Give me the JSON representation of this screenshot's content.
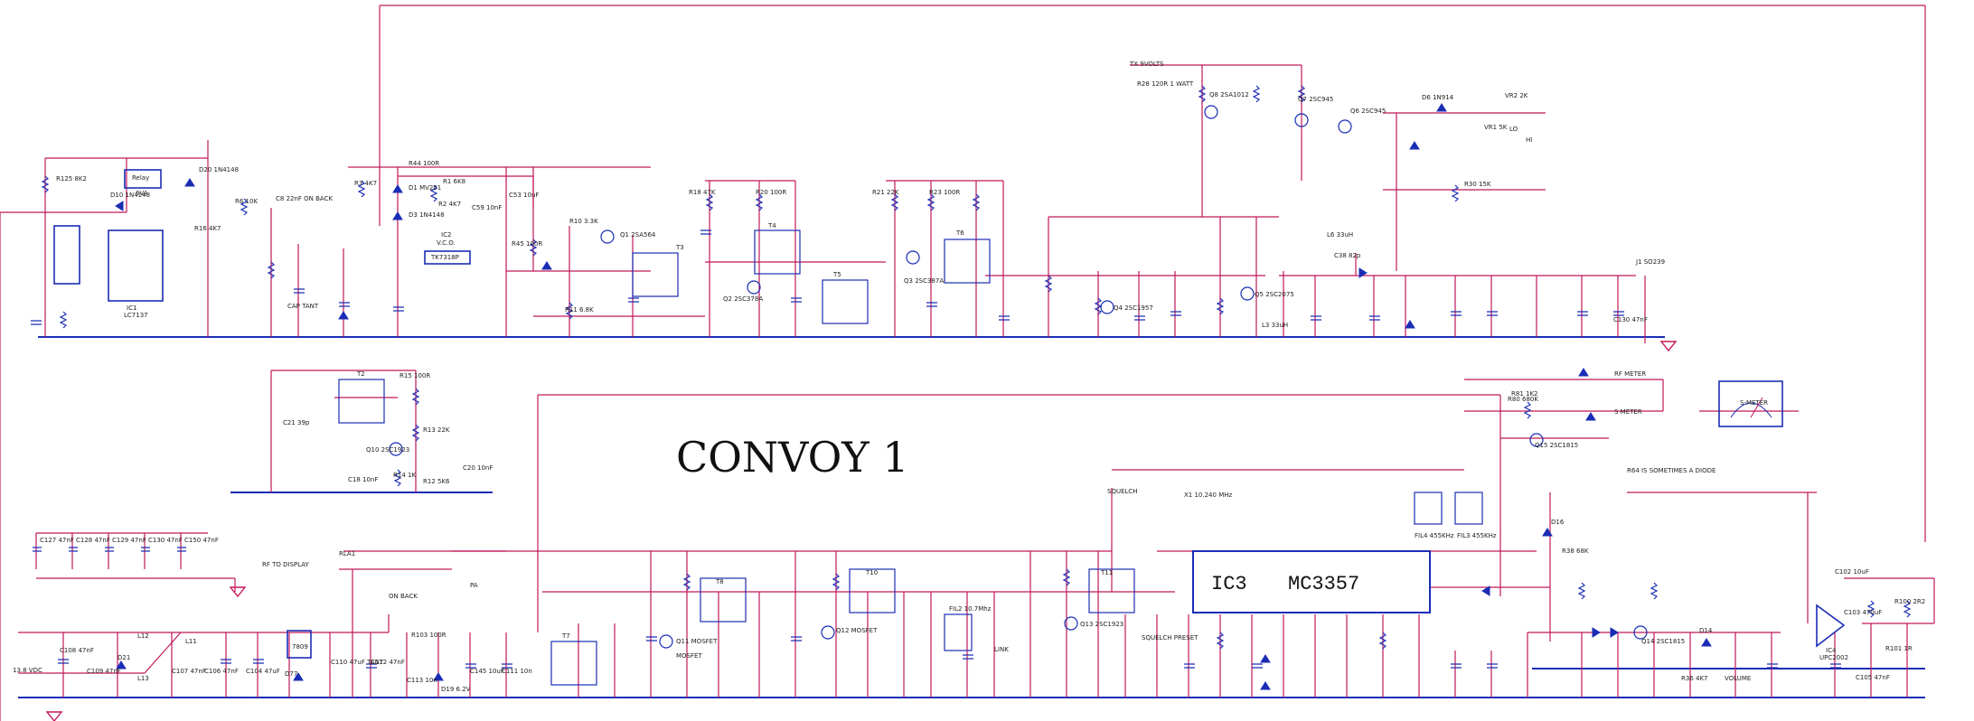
{
  "title": "CONVOY 1",
  "ic3": {
    "ref": "IC3",
    "part": "MC3357"
  },
  "ic1": {
    "ref": "IC1",
    "part": "LC7137"
  },
  "ic2": {
    "ref": "IC2",
    "part": "V.C.O.",
    "sub": "TK7318P"
  },
  "ic4": {
    "ref": "IC4",
    "part": "UPC2002"
  },
  "supply": {
    "label": "13.8 VDC"
  },
  "relay": {
    "label": "Relay",
    "rating": "6VA"
  },
  "meter": {
    "label": "S-METER"
  },
  "annotations": {
    "tx_9volts": "TX 9VOLTS",
    "r64_note": "R64 IS SOMETIMES A DIODE",
    "rf_to_display": "RF TO DISPLAY",
    "rla1": "RLA1",
    "on_back": "ON BACK",
    "pa": "PA",
    "squelch": "SQUELCH",
    "squelch_preset": "SQUELCH PRESET",
    "volume": "VOLUME",
    "rf_meter": "RF METER",
    "s_meter": "S METER",
    "cap_tant": "CAP TANT",
    "link": "LINK",
    "mosfet": "MOSFET",
    "lo": "LO",
    "hi": "HI"
  },
  "top_labels": [
    {
      "t": "R125 8K2"
    },
    {
      "t": "D10 1N4148"
    },
    {
      "t": "R16 4K7"
    },
    {
      "t": "R6 10K"
    },
    {
      "t": "D20 1N4148"
    },
    {
      "t": "C8 22nF ON BACK"
    },
    {
      "t": "R3 4K7"
    },
    {
      "t": "R44 100R"
    },
    {
      "t": "D1 MV201"
    },
    {
      "t": "D3 1N4148"
    },
    {
      "t": "R1 6K8"
    },
    {
      "t": "R2 4K7"
    },
    {
      "t": "C59 10nF"
    },
    {
      "t": "C53 10uF"
    },
    {
      "t": "R45 100R"
    },
    {
      "t": "R10 3.3K"
    },
    {
      "t": "Q1 2SA564"
    },
    {
      "t": "R11 6.8K"
    },
    {
      "t": "R18 47K"
    },
    {
      "t": "R20 100R"
    },
    {
      "t": "T3"
    },
    {
      "t": "T4"
    },
    {
      "t": "T5"
    },
    {
      "t": "T6"
    },
    {
      "t": "R21 22K"
    },
    {
      "t": "R23 100R"
    },
    {
      "t": "Q2 2SC378A"
    },
    {
      "t": "Q3 2SC387A"
    },
    {
      "t": "R28 120R 1 WATT"
    },
    {
      "t": "Q8 2SA1012"
    },
    {
      "t": "Q7 2SC945"
    },
    {
      "t": "Q6 2SC945"
    },
    {
      "t": "D6 1N914"
    },
    {
      "t": "VR2 2K"
    },
    {
      "t": "VR1 5K"
    },
    {
      "t": "R30 15K"
    },
    {
      "t": "L6 33uH"
    },
    {
      "t": "C38 82p"
    },
    {
      "t": "J1 SO239"
    },
    {
      "t": "C130 47nF"
    },
    {
      "t": "Q4 2SC1957"
    },
    {
      "t": "Q5 2SC2075"
    },
    {
      "t": "L3 33uH"
    }
  ],
  "bottom_labels": [
    {
      "t": "R15 100R"
    },
    {
      "t": "T2"
    },
    {
      "t": "Q10 2SC1923"
    },
    {
      "t": "R13 22K"
    },
    {
      "t": "R14 1K"
    },
    {
      "t": "R12 5K6"
    },
    {
      "t": "C18 10nF"
    },
    {
      "t": "C20 10nF"
    },
    {
      "t": "C21 39p"
    },
    {
      "t": "T7"
    },
    {
      "t": "T8"
    },
    {
      "t": "T10"
    },
    {
      "t": "T11"
    },
    {
      "t": "Q11 MOSFET"
    },
    {
      "t": "Q12 MOSFET"
    },
    {
      "t": "Q13 2SC1923"
    },
    {
      "t": "FIL2 10.7Mhz"
    },
    {
      "t": "X1 10.240 MHz"
    },
    {
      "t": "FIL4 455KHz"
    },
    {
      "t": "FIL3 455KHz"
    },
    {
      "t": "R80 680K"
    },
    {
      "t": "R81 1K2"
    },
    {
      "t": "Q15 2SC1815"
    },
    {
      "t": "D16"
    },
    {
      "t": "R38 68K"
    },
    {
      "t": "Q14 2SC1815"
    },
    {
      "t": "R36 4K7"
    },
    {
      "t": "D14"
    },
    {
      "t": "C102 10uF"
    },
    {
      "t": "R100 2R2"
    },
    {
      "t": "C103 470uF"
    },
    {
      "t": "R101 1R"
    },
    {
      "t": "C105 47nF"
    },
    {
      "t": "D21"
    },
    {
      "t": "L12"
    },
    {
      "t": "L11"
    },
    {
      "t": "L13"
    },
    {
      "t": "7809"
    },
    {
      "t": "D77"
    },
    {
      "t": "D19 6.2V"
    },
    {
      "t": "C110 47uF TANT"
    },
    {
      "t": "C112 47nF"
    },
    {
      "t": "R103 100R"
    },
    {
      "t": "C113 10n"
    },
    {
      "t": "C145 10uF"
    },
    {
      "t": "C111 10n"
    },
    {
      "t": "C127 47nF"
    },
    {
      "t": "C128 47nF"
    },
    {
      "t": "C129 47nF"
    },
    {
      "t": "C130 47nF"
    },
    {
      "t": "C150 47nF"
    },
    {
      "t": "C108 47nF"
    },
    {
      "t": "C109 47nF"
    },
    {
      "t": "C107 47nF"
    },
    {
      "t": "C106 47nF"
    },
    {
      "t": "C104 47uF"
    }
  ]
}
